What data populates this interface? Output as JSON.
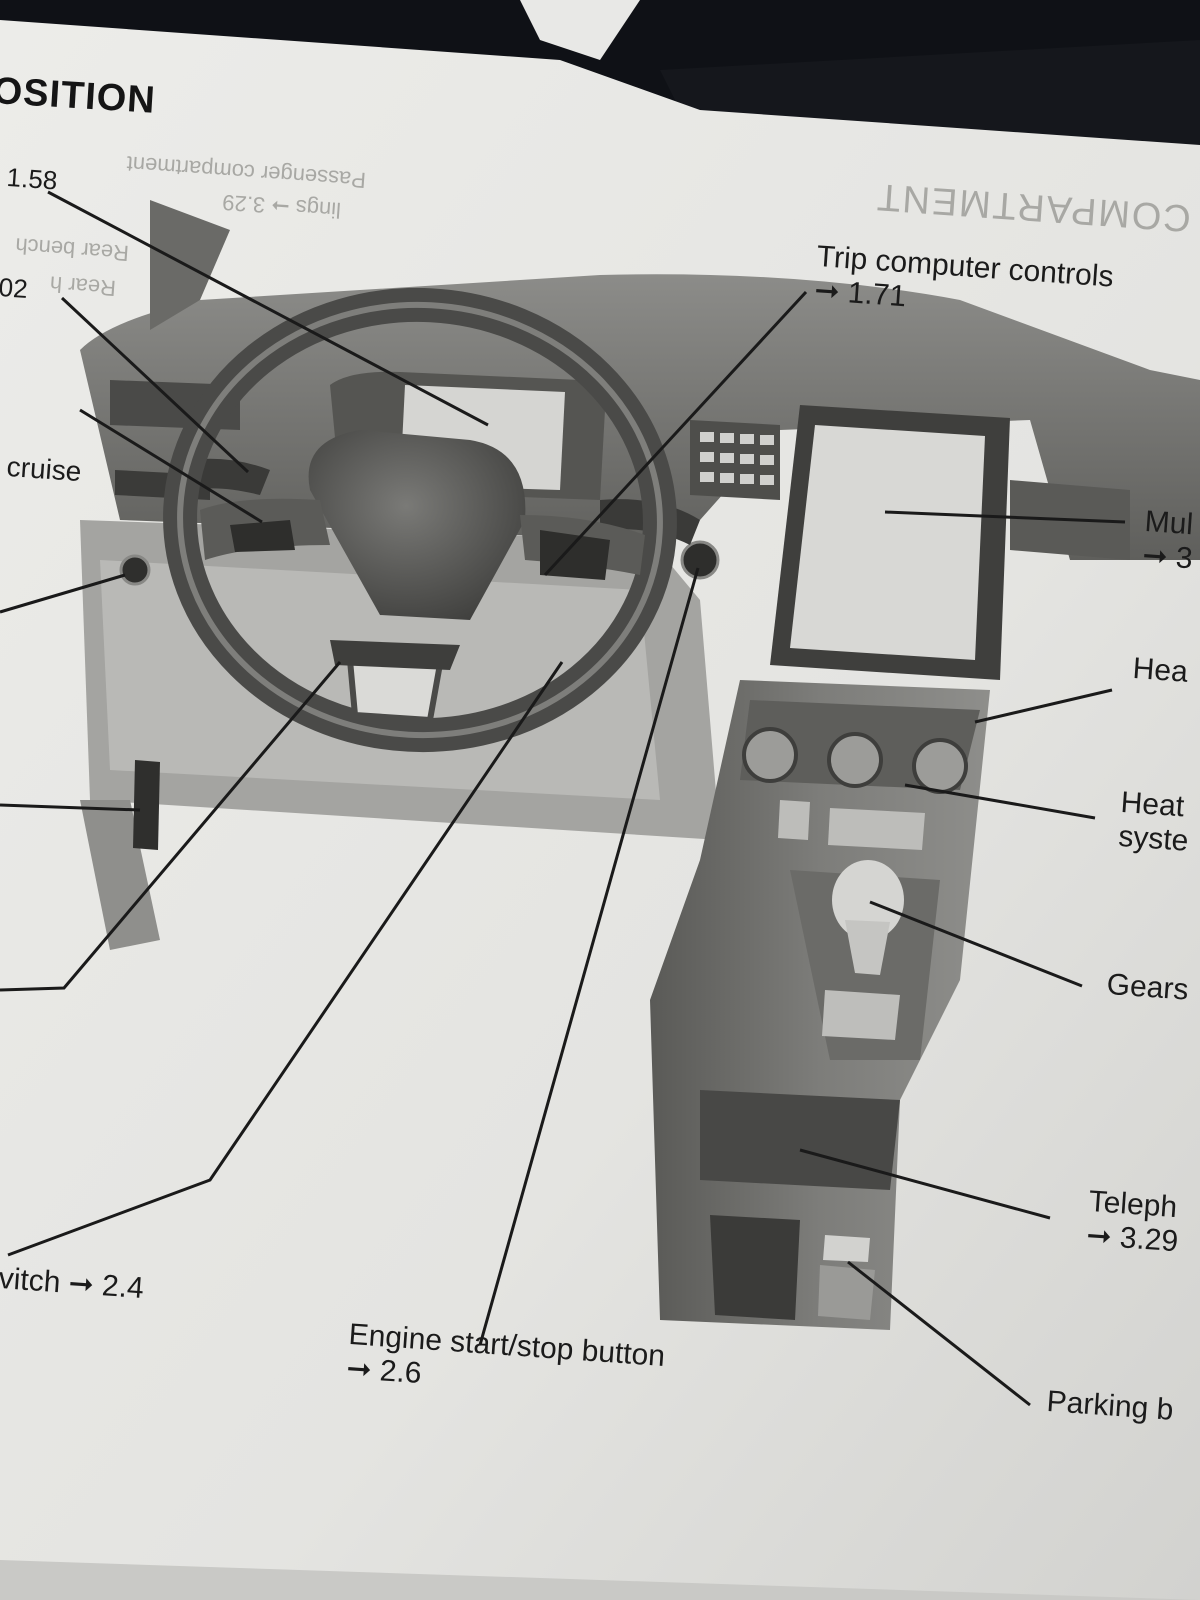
{
  "page": {
    "heading": "OSITION",
    "mirrored_bleed": {
      "compartment": "COMPARTMENT",
      "passenger_line1": "Passenger compartment",
      "passenger_line2": "lings ➞ 3.29",
      "rear_line": "Rear bench",
      "rear_line2": "Rear h"
    }
  },
  "labels": {
    "top_left_ref": "1.58",
    "left_ref2": "02",
    "cruise": "cruise",
    "trip_computer_title": "Trip computer controls",
    "trip_computer_ref": "➞ 1.71",
    "multimedia": "Mul",
    "multimedia_ref": "➞ 3",
    "heated_top": "Hea",
    "heating_system_1": "Heat",
    "heating_system_2": "syste",
    "gears": "Gears",
    "telephone": "Teleph",
    "telephone_ref": "➞ 3.29",
    "parking": "Parking b",
    "switch": "vitch ➞ 2.4",
    "engine_title": "Engine start/stop button",
    "engine_ref": "➞ 2.6"
  },
  "colors": {
    "paper": "#e9e9e6",
    "ink": "#1b1b1b",
    "dash_dark": "#6f6f6c",
    "dash_mid": "#9a9a97",
    "screen": "#d8d8d5",
    "background_fabric": "#111318"
  }
}
